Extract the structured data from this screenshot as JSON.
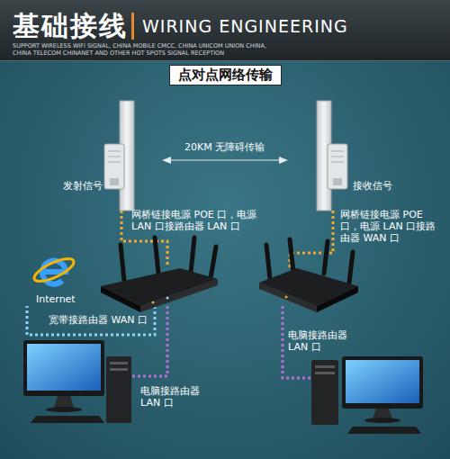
{
  "diagram": {
    "title": "基础接线",
    "nodes": [
      {
        "text": [
          "点对点网络传输"
        ]
      }
    ],
    "labels": [
      "WIRING ENGINEERING",
      "SUPPORT WIRELESS WIFI SIGNAL, CHINA MOBILE CMCC, CHINA UNICOM UNION CHINA, CHINA TELECOM CHINANET AND OTHER HOT SPOTS SIGNAL RECEPTION",
      "20KM 无障碍传输",
      "发射信号",
      "接收信号",
      "网桥链接电源 POE 口，电源 LAN 口接路由器 LAN 口",
      "网桥链接电源 POE 口，电源 LAN 口接路由器 WAN 口",
      "Internet",
      "宽带接路由器 WAN 口",
      "电脑接路由器 LAN 口",
      "电脑接路由器 LAN 口"
    ]
  }
}
